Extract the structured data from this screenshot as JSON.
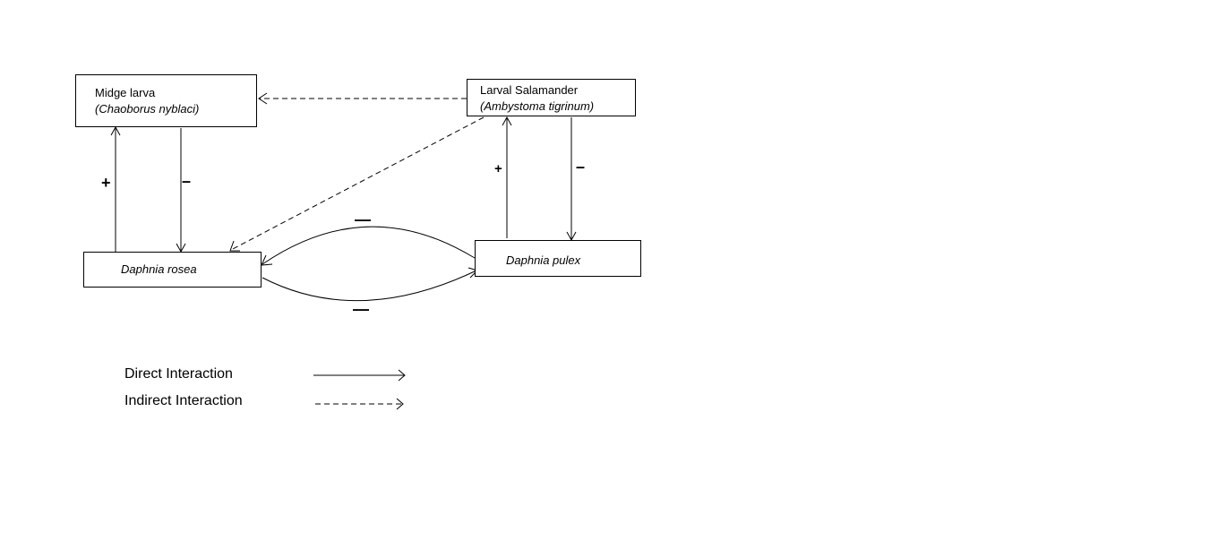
{
  "nodes": {
    "midge": {
      "name": "Midge larva",
      "scientific": "(Chaoborus nyblaci)"
    },
    "salamander": {
      "name": "Larval Salamander",
      "scientific": "(Ambystoma tigrinum)"
    },
    "rosea": {
      "name": "",
      "scientific": "Daphnia rosea"
    },
    "pulex": {
      "name": "",
      "scientific": "Daphnia pulex"
    }
  },
  "signs": {
    "midge_plus": "+",
    "midge_minus": "–",
    "salamander_plus": "+",
    "salamander_minus": "–",
    "competition_top": "—",
    "competition_bottom": "—"
  },
  "edges": [
    {
      "from": "salamander",
      "to": "midge",
      "style": "dashed",
      "sign": ""
    },
    {
      "from": "salamander",
      "to": "rosea",
      "style": "dashed",
      "sign": ""
    },
    {
      "from": "rosea",
      "to": "midge",
      "style": "solid",
      "sign": "+"
    },
    {
      "from": "midge",
      "to": "rosea",
      "style": "solid",
      "sign": "–"
    },
    {
      "from": "pulex",
      "to": "salamander",
      "style": "solid",
      "sign": "+"
    },
    {
      "from": "salamander",
      "to": "pulex",
      "style": "solid",
      "sign": "–"
    },
    {
      "from": "pulex",
      "to": "rosea",
      "style": "solid",
      "sign": "—"
    },
    {
      "from": "rosea",
      "to": "pulex",
      "style": "solid",
      "sign": "—"
    }
  ],
  "legend": {
    "direct": "Direct Interaction",
    "indirect": "Indirect Interaction"
  },
  "colors": {
    "line": "#000000",
    "background": "#ffffff"
  }
}
